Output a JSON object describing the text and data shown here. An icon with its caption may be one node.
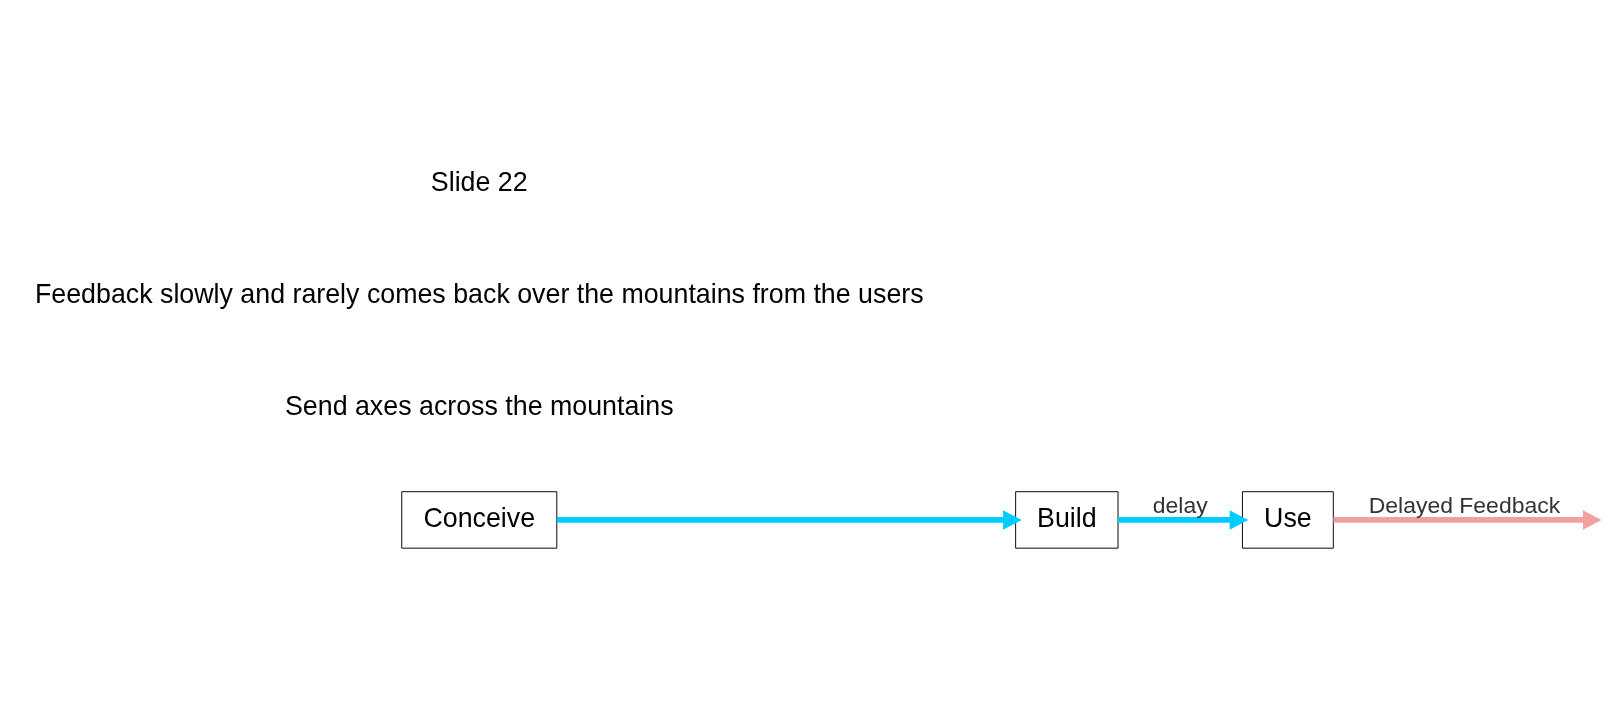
{
  "diagram": {
    "nodes": [
      {
        "text": [
          "Conceive"
        ]
      },
      {
        "text": [
          "Build"
        ]
      },
      {
        "text": [
          "Use"
        ]
      }
    ],
    "edges": [
      {
        "from": 0,
        "to": 1,
        "arrow": "to",
        "color": "#00ccff"
      },
      {
        "from": 1,
        "to": 2,
        "arrow": "to",
        "label": "delay",
        "color": "#00ccff"
      },
      {
        "from": 2,
        "to": null,
        "arrow": "to",
        "label": "Delayed Feedback",
        "color": "#f0a0a0"
      }
    ],
    "labels": [
      "Send axes across the mountains",
      "Feedback slowly and rarely comes back over the mountains from the users",
      "Slide 22"
    ]
  }
}
